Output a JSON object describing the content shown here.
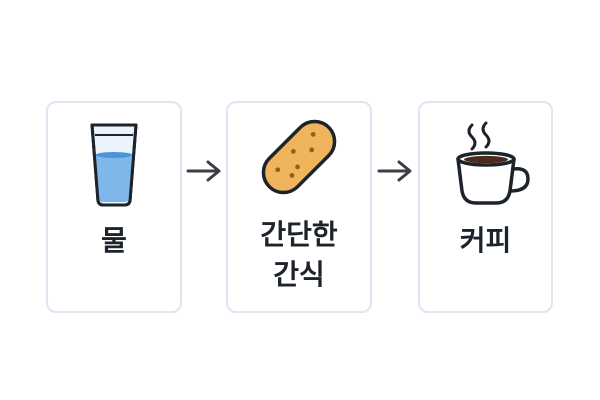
{
  "steps": [
    {
      "label": "물",
      "icon": "water-glass-icon"
    },
    {
      "label": "간단한\n간식",
      "icon": "cracker-snack-icon"
    },
    {
      "label": "커피",
      "icon": "coffee-cup-icon"
    }
  ],
  "connectors": [
    "arrow-right-icon",
    "arrow-right-icon"
  ],
  "colors": {
    "card_border": "#dde6f2",
    "water": "#7fb7ea",
    "snack": "#f0b45c",
    "coffee": "#4a2a1a",
    "outline": "#1d232b"
  }
}
